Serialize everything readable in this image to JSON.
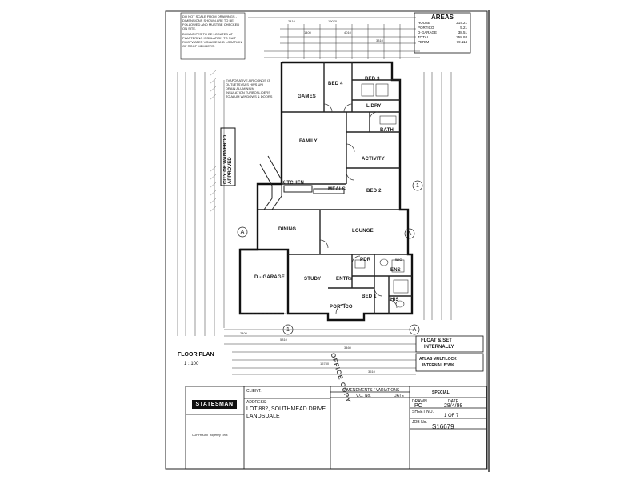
{
  "notes": {
    "scale_warning": "DO NOT SCALE FROM DRAWINGS - DIMENSIONS SHOWN ARE TO BE FOLLOWED AND MUST BE CHECKED ON SITE.",
    "downpipes": "DOWNPIPES TO BE LOCATED AT PLASTERING INSULATION TO SUIT ROOFWATER VOLUME AND LOCATION OF ROOF MEMBERS.",
    "evaporative": "EVAPORATIVE AIR CONDS (3 OUTLETS) SAS HWS UNI DRAIN ALUMINIUM INSULATION TURBOSLIDERS TO ALUM WINDOWS & DOORS"
  },
  "areas": {
    "title": "AREAS",
    "rows": [
      {
        "label": "HOUSE",
        "value": "214.21"
      },
      {
        "label": "PORTICO",
        "value": "5.21"
      },
      {
        "label": "D-GARAGE",
        "value": "38.51"
      },
      {
        "label": "TOTAL",
        "value": "258.93"
      },
      {
        "label": "PERIM",
        "value": "79.114"
      }
    ]
  },
  "rooms": {
    "bed4": "BED 4",
    "bed3": "BED 3",
    "games": "GAMES",
    "ldry": "L'DRY",
    "bath": "BATH",
    "family": "FAMILY",
    "activity": "ACTIVITY",
    "kitchen": "KITCHEN",
    "meals": "MEALS",
    "bed2": "BED 2",
    "dining": "DINING",
    "lounge": "LOUNGE",
    "garage": "D - GARAGE",
    "study": "STUDY",
    "entry": "ENTRY",
    "portico": "PORTICO",
    "bed1": "BED 1",
    "ens": "ENS",
    "his": "HIS",
    "pdr": "PDR",
    "wc": "W/C"
  },
  "council_stamp": "CITY OF WANNEROO APPROVED",
  "floor_plan": {
    "title": "FLOOR PLAN",
    "scale": "1 : 100"
  },
  "float_set": {
    "line1": "FLOAT & SET",
    "line2": "INTERNALLY",
    "line3": "ATLAS MULTILOCK",
    "line4": "INTERNAL B'WK"
  },
  "title_block": {
    "logo": "STATESMAN",
    "client_label": "CLIENT:",
    "address_label": "ADDRESS:",
    "address_line1": "LOT 882, SOUTHMEAD DRIVE",
    "address_line2": "LANDSDALE",
    "amendments_label": "AMENDMENTS / VARIATIONS",
    "vo_label": "V.O. No.",
    "date_col": "DATE",
    "special": "SPECIAL",
    "drawn_label": "DRAWN",
    "drawn_value": "PC",
    "date_label": "DATE",
    "date_value": "28/4/98",
    "sheet_label": "SHEET NO.",
    "sheet_value": "1 OF 7",
    "job_label": "JOB No.",
    "job_value": "S16679",
    "copyright": "COPYRIGHT Rogerley 1998"
  },
  "diagonal_stamp": "OFFICE COPY"
}
